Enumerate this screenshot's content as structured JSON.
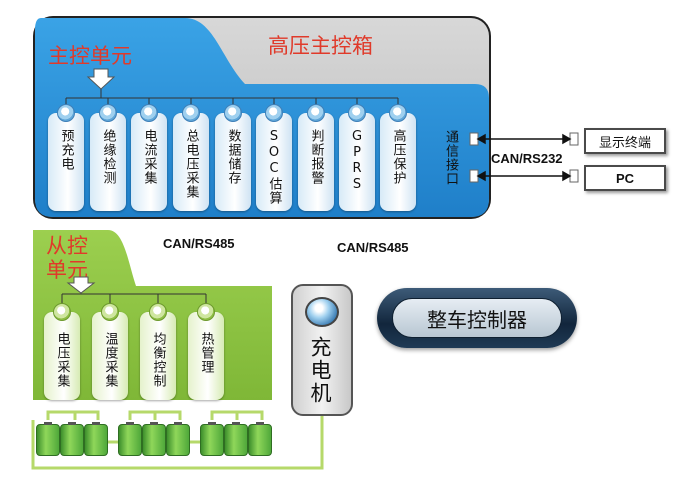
{
  "main_unit": {
    "title": "高压主控箱",
    "label": "主控单元",
    "modules": [
      "预充电",
      "绝缘检测",
      "电流采集",
      "总电压采集",
      "数据储存",
      "SOC估算",
      "判断报警",
      "GPRS",
      "高压保护"
    ],
    "comm_port": "通信接口"
  },
  "slave_unit": {
    "label_line1": "从控",
    "label_line2": "单元",
    "modules": [
      "电压采集",
      "温度采集",
      "均衡控制",
      "热管理"
    ]
  },
  "buses": {
    "can_rs485_left": "CAN/RS485",
    "can_rs485_right": "CAN/RS485",
    "can_rs232": "CAN/RS232"
  },
  "terminals": {
    "display": "显示终端",
    "pc": "PC"
  },
  "charger": {
    "label": "充电机"
  },
  "vehicle_controller": {
    "label": "整车控制器"
  },
  "colors": {
    "main_blue": "#2a8fd6",
    "slave_green": "#8dc63f",
    "title_red": "#e03a2a",
    "wire_green": "#b6d96a"
  }
}
